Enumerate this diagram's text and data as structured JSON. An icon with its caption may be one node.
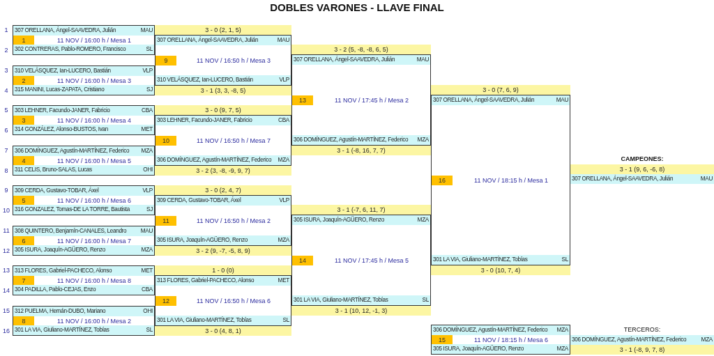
{
  "diagram": {
    "title": "DOBLES VARONES - LLAVE FINAL",
    "nodes": [
      {
        "text": [
          "307 ORELLANA, Ángel-SAAVEDRA, Julián",
          "MAU",
          "1",
          "11 NOV / 16:00 h / Mesa 1",
          "302 CONTRERAS, Pablo-ROMERO, Francisco",
          "SL"
        ],
        "beside": [
          "1",
          "2"
        ]
      },
      {
        "text": [
          "310 VELÁSQUEZ, Ian-LUCERO, Bastián",
          "VLP",
          "2",
          "11 NOV / 16:00 h / Mesa 3",
          "315 MANINI, Lucas-ZAPATA, Cristiano",
          "SJ"
        ],
        "beside": [
          "3",
          "4"
        ]
      },
      {
        "text": [
          "303 LEHNER, Facundo-JANER, Fabricio",
          "CBA",
          "3",
          "11 NOV / 16:00 h / Mesa 4",
          "314 GONZÁLEZ, Alonso-BUSTOS, Ivan",
          "MET"
        ],
        "beside": [
          "5",
          "6"
        ]
      },
      {
        "text": [
          "306 DOMÍNGUEZ, Agustín-MARTÍNEZ, Federico",
          "MZA",
          "4",
          "11 NOV / 16:00 h / Mesa 5",
          "311 CELIS, Bruno-SALAS, Lucas",
          "OHI"
        ],
        "beside": [
          "7",
          "8"
        ]
      },
      {
        "text": [
          "309 CERDA, Gustavo-TOBAR, Áxel",
          "VLP",
          "5",
          "11 NOV / 16:00 h / Mesa 6",
          "316 GONZALEZ, Tomas-DE LA TORRE, Bautista",
          "SJ"
        ],
        "beside": [
          "9",
          "10"
        ]
      },
      {
        "text": [
          "308 QUINTERO, Benjamín-CANALES, Leandro",
          "MAU",
          "6",
          "11 NOV / 16:00 h / Mesa 7",
          "305 ISURA, Joaquín-AGÜERO, Renzo",
          "MZA"
        ],
        "beside": [
          "11",
          "12"
        ]
      },
      {
        "text": [
          "313 FLORES, Gabriel-PACHECO, Alonso",
          "MET",
          "7",
          "11 NOV / 16:00 h / Mesa 8",
          "304 PADILLA, Pablo-CEJAS, Enzo",
          "CBA"
        ],
        "beside": [
          "13",
          "14"
        ]
      },
      {
        "text": [
          "312 PUELMA, Hernán-DUBO, Mariano",
          "OHI",
          "8",
          "11 NOV / 16:00 h / Mesa 2",
          "301 LA VIA, Giuliano-MARTÍNEZ, Tobías",
          "SL"
        ],
        "beside": [
          "15",
          "16"
        ]
      },
      {
        "text": [
          "307 ORELLANA, Ángel-SAAVEDRA, Julián",
          "MAU",
          "9",
          "11 NOV / 16:50 h / Mesa 3",
          "310 VELÁSQUEZ, Ian-LUCERO, Bastián",
          "VLP"
        ]
      },
      {
        "text": [
          "303 LEHNER, Facundo-JANER, Fabricio",
          "CBA",
          "10",
          "11 NOV / 16:50 h / Mesa 7",
          "306 DOMÍNGUEZ, Agustín-MARTÍNEZ, Federico",
          "MZA"
        ]
      },
      {
        "text": [
          "309 CERDA, Gustavo-TOBAR, Áxel",
          "VLP",
          "11",
          "11 NOV / 16:50 h / Mesa 2",
          "305 ISURA, Joaquín-AGÜERO, Renzo",
          "MZA"
        ]
      },
      {
        "text": [
          "313 FLORES, Gabriel-PACHECO, Alonso",
          "MET",
          "12",
          "11 NOV / 16:50 h / Mesa 6",
          "301 LA VIA, Giuliano-MARTÍNEZ, Tobías",
          "SL"
        ]
      },
      {
        "text": [
          "307 ORELLANA, Ángel-SAAVEDRA, Julián",
          "MAU",
          "13",
          "11 NOV / 17:45 h / Mesa 2",
          "306 DOMÍNGUEZ, Agustín-MARTÍNEZ, Federico",
          "MZA"
        ]
      },
      {
        "text": [
          "305 ISURA, Joaquín-AGÜERO, Renzo",
          "MZA",
          "14",
          "11 NOV / 17:45 h / Mesa 5",
          "301 LA VIA, Giuliano-MARTÍNEZ, Tobías",
          "SL"
        ]
      },
      {
        "text": [
          "307 ORELLANA, Ángel-SAAVEDRA, Julián",
          "MAU",
          "16",
          "11 NOV / 18:15 h / Mesa 1",
          "301 LA VIA, Giuliano-MARTÍNEZ, Tobías",
          "SL"
        ]
      },
      {
        "text": [
          "306 DOMÍNGUEZ, Agustín-MARTÍNEZ, Federico",
          "MZA",
          "15",
          "11 NOV / 18:15 h / Mesa 6",
          "305 ISURA, Joaquín-AGÜERO, Renzo",
          "MZA"
        ]
      },
      {
        "text": [
          "307 ORELLANA, Ángel-SAAVEDRA, Julián",
          "MAU"
        ]
      },
      {
        "text": [
          "306 DOMÍNGUEZ, Agustín-MARTÍNEZ, Federico",
          "MZA"
        ]
      }
    ],
    "labels": [
      "3 - 0 (2, 1, 5)",
      "3 - 1 (3, 3, -8, 5)",
      "3 - 0 (9, 7, 5)",
      "3 - 2 (3, -8, -9, 9, 7)",
      "3 - 0 (2, 4, 7)",
      "3 - 2 (9, -7, -5, 8, 9)",
      "1 - 0 (0)",
      "3 - 0 (4, 8, 1)",
      "3 - 2 (5, -8, -8, 6, 5)",
      "3 - 1 (-8, 16, 7, 7)",
      "3 - 1 (-7, 6, 11, 7)",
      "3 - 1 (10, 12, -1, 3)",
      "3 - 0 (7, 6, 9)",
      "3 - 0 (10, 7, 4)",
      "CAMPEONES:",
      "3 - 1 (9, 6, -6, 8)",
      "TERCEROS:",
      "3 - 1 (-8, 9, 7, 8)"
    ]
  }
}
